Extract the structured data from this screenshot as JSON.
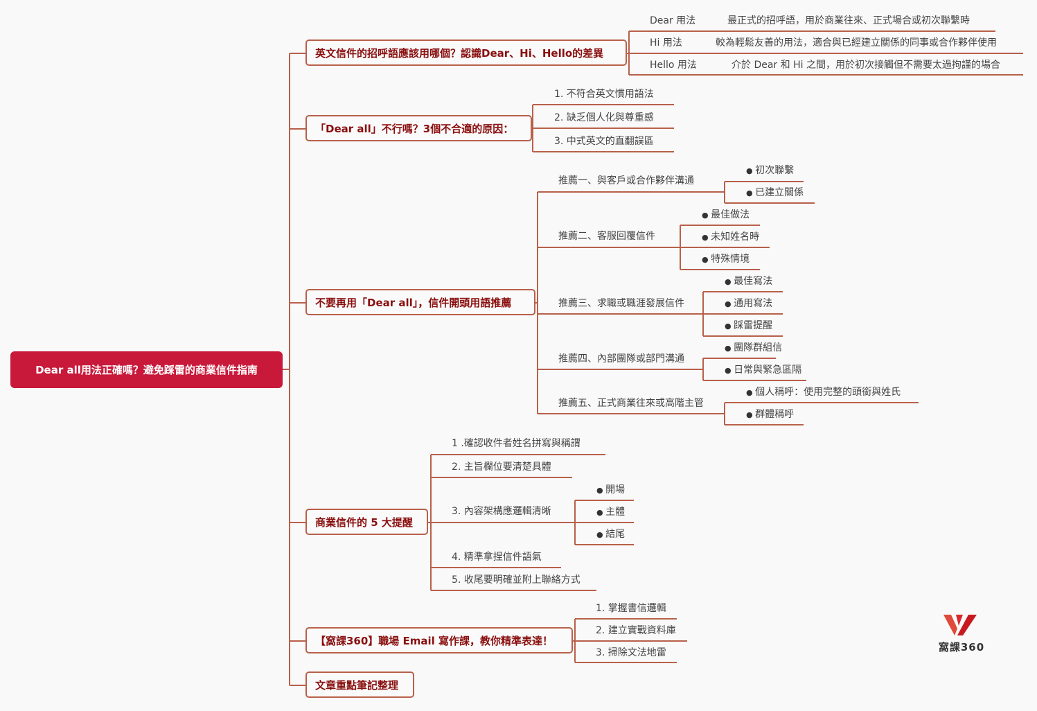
{
  "root": "Dear all用法正確嗎？避免踩雷的商業信件指南",
  "branches": [
    {
      "label": "英文信件的招呼語應該用哪個？認識Dear、Hi、Hello的差異",
      "children": [
        {
          "term": "Dear 用法",
          "desc": "最正式的招呼語，用於商業往來、正式場合或初次聯繫時"
        },
        {
          "term": "Hi 用法",
          "desc": "較為輕鬆友善的用法，適合與已經建立關係的同事或合作夥伴使用"
        },
        {
          "term": "Hello 用法",
          "desc": "介於 Dear 和 Hi 之間，用於初次接觸但不需要太過拘謹的場合"
        }
      ]
    },
    {
      "label": "「Dear all」不行嗎？3個不合適的原因：",
      "children": [
        "1. 不符合英文慣用語法",
        "2. 缺乏個人化與尊重感",
        "3. 中式英文的直翻誤區"
      ]
    },
    {
      "label": "不要再用「Dear all」，信件開頭用語推薦",
      "children": [
        {
          "label": "推薦一、與客戶或合作夥伴溝通",
          "items": [
            "初次聯繫",
            "已建立關係"
          ]
        },
        {
          "label": "推薦二、客服回覆信件",
          "items": [
            "最佳做法",
            "未知姓名時",
            "特殊情境"
          ]
        },
        {
          "label": "推薦三、求職或職涯發展信件",
          "items": [
            "最佳寫法",
            "通用寫法",
            "踩雷提醒"
          ]
        },
        {
          "label": "推薦四、內部團隊或部門溝通",
          "items": [
            "團隊群組信",
            "日常與緊急區隔"
          ]
        },
        {
          "label": "推薦五、正式商業往來或高階主管",
          "items": [
            "個人稱呼：使用完整的頭銜與姓氏",
            "群體稱呼"
          ]
        }
      ]
    },
    {
      "label": "商業信件的 5 大提醒",
      "children": [
        {
          "label": "1 .確認收件者姓名拼寫與稱謂"
        },
        {
          "label": "2. 主旨欄位要清楚具體"
        },
        {
          "label": "3. 內容架構應邏輯清晰",
          "items": [
            "開場",
            "主體",
            "結尾"
          ]
        },
        {
          "label": "4. 精準拿捏信件語氣"
        },
        {
          "label": "5. 收尾要明確並附上聯絡方式"
        }
      ]
    },
    {
      "label": "【窩課360】職場 Email 寫作課，教你精準表達！",
      "children": [
        "1. 掌握書信邏輯",
        "2. 建立實戰資料庫",
        "3. 掃除文法地雷"
      ]
    },
    {
      "label": "文章重點筆記整理"
    }
  ],
  "logo": {
    "text": "窩課360"
  },
  "colors": {
    "root": "#c8193a",
    "line": "#b8604a",
    "branch_text": "#8a0f0f"
  }
}
